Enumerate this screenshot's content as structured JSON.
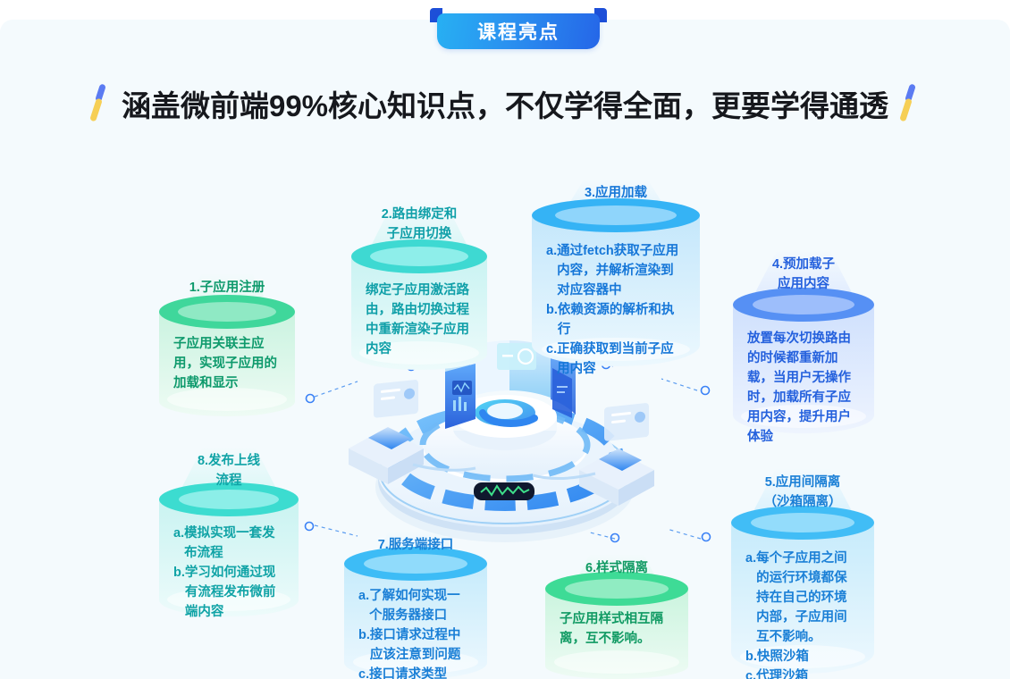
{
  "banner": {
    "label": "课程亮点"
  },
  "headline": {
    "text": "涵盖微前端99%核心知识点，不仅学得全面，更要学得通透"
  },
  "colors": {
    "background": "#f4fafd",
    "banner_gradient_start": "#27b0f3",
    "banner_gradient_end": "#2566e8",
    "banner_tab": "#1d4fd8",
    "headline_text": "#16181d",
    "spark_blue": "#5b7bf2",
    "spark_yellow": "#f6cf55",
    "connector": "#3b82f6"
  },
  "cards": [
    {
      "id": 1,
      "title": "1.子应用注册",
      "lines": [
        {
          "marker": "",
          "text": "子应用关联主应用，实现子应用的加载和显示"
        }
      ],
      "accent": "#18c08a",
      "title_color": "#0e9a6c",
      "lid_outer": "#3fd79b",
      "lid_inner": "#8fe9c4",
      "body_top": "#caf3e0",
      "body_bottom": "#eefbf4",
      "glow": "#d8f7e9"
    },
    {
      "id": 2,
      "title": "2.路由绑定和\n子应用切换",
      "lines": [
        {
          "marker": "",
          "text": "绑定子应用激活路由，路由切换过程中重新渲染子应用内容"
        }
      ],
      "accent": "#19c6c0",
      "title_color": "#0f9fa8",
      "lid_outer": "#3ed9d2",
      "lid_inner": "#8eeeea",
      "body_top": "#c9f3f2",
      "body_bottom": "#edfbfb",
      "glow": "#d6f6f5"
    },
    {
      "id": 3,
      "title": "3.应用加载",
      "lines": [
        {
          "marker": "a.",
          "text": "通过fetch获取子应用内容，并解析渲染到对应容器中"
        },
        {
          "marker": "b.",
          "text": "依赖资源的解析和执行"
        },
        {
          "marker": "c.",
          "text": "正确获取到当前子应用内容"
        }
      ],
      "accent": "#29a8f0",
      "title_color": "#1677d8",
      "lid_outer": "#35b3f5",
      "lid_inner": "#8fd5fb",
      "body_top": "#c4e7fb",
      "body_bottom": "#ecf8fe",
      "glow": "#d3eefd"
    },
    {
      "id": 4,
      "title": "4.预加载子\n应用内容",
      "lines": [
        {
          "marker": "",
          "text": "放置每次切换路由的时候都重新加载，当用户无操作时，加载所有子应用内容，提升用户体验"
        }
      ],
      "accent": "#3a7ef0",
      "title_color": "#2561dd",
      "lid_outer": "#5690f4",
      "lid_inner": "#9dbefb",
      "body_top": "#cfe0fd",
      "body_bottom": "#eef4fe",
      "glow": "#dde9fe"
    },
    {
      "id": 5,
      "title": "5.应用间隔离\n（沙箱隔离）",
      "lines": [
        {
          "marker": "a.",
          "text": "每个子应用之间的运行环境都保持在自己的环境内部，子应用间互不影响。"
        },
        {
          "marker": "b.",
          "text": "快照沙箱"
        },
        {
          "marker": "c.",
          "text": "代理沙箱"
        }
      ],
      "accent": "#2fb6f2",
      "title_color": "#1a7fd6",
      "lid_outer": "#41bdf6",
      "lid_inner": "#93dcfb",
      "body_top": "#c6ebfb",
      "body_bottom": "#edf8fe",
      "glow": "#d4f0fd"
    },
    {
      "id": 6,
      "title": "6.样式隔离",
      "lines": [
        {
          "marker": "",
          "text": "子应用样式相互隔离，互不影响。"
        }
      ],
      "accent": "#1ec57f",
      "title_color": "#109a63",
      "lid_outer": "#3edb96",
      "lid_inner": "#90ecc2",
      "body_top": "#caf4de",
      "body_bottom": "#eefbf4",
      "glow": "#d8f8e8"
    },
    {
      "id": 7,
      "title": "7.服务端接口",
      "lines": [
        {
          "marker": "a.",
          "text": "了解如何实现一个服务器接口"
        },
        {
          "marker": "b.",
          "text": "接口请求过程中应该注意到问题"
        },
        {
          "marker": "c.",
          "text": "接口请求类型"
        }
      ],
      "accent": "#2bb4f2",
      "title_color": "#1a7fd6",
      "lid_outer": "#3dbcf6",
      "lid_inner": "#90dbfb",
      "body_top": "#c6ebfb",
      "body_bottom": "#edf8fe",
      "glow": "#d4f0fd"
    },
    {
      "id": 8,
      "title": "8.发布上线\n流程",
      "lines": [
        {
          "marker": "a.",
          "text": "模拟实现一套发布流程"
        },
        {
          "marker": "b.",
          "text": "学习如何通过现有流程发布微前端内容"
        }
      ],
      "accent": "#1fd0c2",
      "title_color": "#10a3a6",
      "lid_outer": "#3cdcd0",
      "lid_inner": "#8ceee8",
      "body_top": "#c9f3f1",
      "body_bottom": "#edfbfb",
      "glow": "#d6f7f5"
    }
  ],
  "illustration": {
    "name": "isometric-platform-illustration",
    "elements": [
      "circular-platform",
      "floating-panels-ring",
      "monitor-device-left",
      "monitor-device-right",
      "waveform-screen"
    ]
  }
}
